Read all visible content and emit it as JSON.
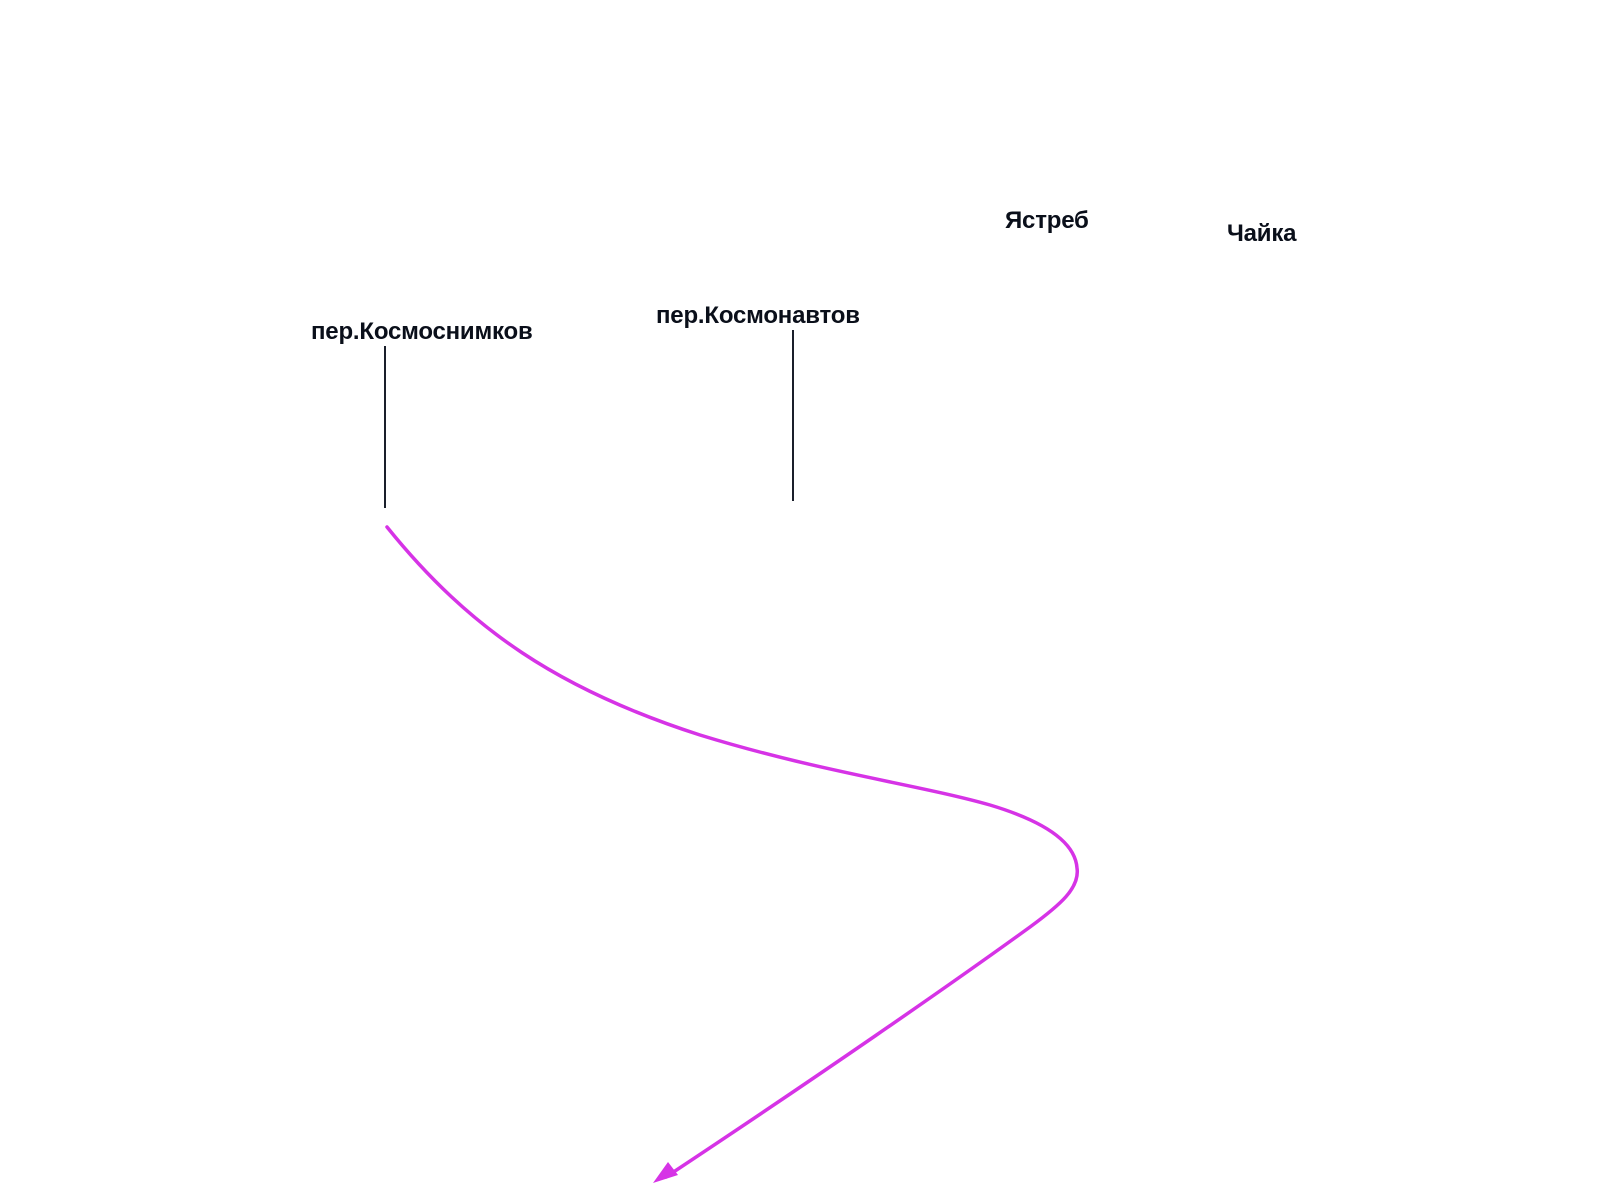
{
  "map": {
    "labels": {
      "kosmosnimkov": "пер.Космоснимков",
      "kosmonavtov": "пер.Космонавтов",
      "yastreb": "Ястреб",
      "chaika": "Чайка"
    },
    "colors": {
      "label_text": "#0a0f1a",
      "street_line": "#1a1f2b",
      "route": "#d633e6"
    },
    "route": {
      "arrow_icon": "arrowhead-icon"
    }
  }
}
